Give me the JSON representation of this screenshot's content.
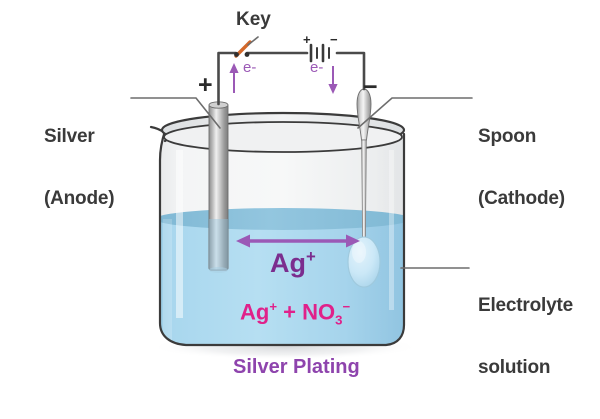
{
  "diagram": {
    "title": "Silver Plating",
    "title_color": "#8e44ad",
    "background": "#ffffff"
  },
  "labels": {
    "key": "Key",
    "anode_line1": "Silver",
    "anode_line2": "(Anode)",
    "cathode_line1": "Spoon",
    "cathode_line2": "(Cathode)",
    "electrolyte_line1": "Electrolyte",
    "electrolyte_line2": "solution",
    "anode_sign": "+",
    "cathode_sign": "−",
    "battery_positive": "+",
    "battery_negative": "−",
    "electron_left": "e-",
    "electron_right": "e-"
  },
  "solution": {
    "ion_arrow_label": "Ag",
    "ion_arrow_charge": "+",
    "formula_cation": "Ag",
    "formula_cation_charge": "+",
    "formula_plus": " + ",
    "formula_anion": "NO",
    "formula_anion_sub": "3",
    "formula_anion_charge": "−"
  },
  "colors": {
    "wire": "#4a4a4a",
    "electron_purple": "#9b59b6",
    "ion_purple": "#7b2d8e",
    "formula_magenta": "#e0218a",
    "title_purple": "#8e44ad",
    "liquid_top": "#9fcfe4",
    "liquid_body": "#a8d8ee",
    "glass": "#f2f3f4",
    "label_gray": "#3a3a3a",
    "key_orange": "#d4682a",
    "metal_light": "#e6e6e6",
    "metal_dark": "#8f8f8f"
  }
}
